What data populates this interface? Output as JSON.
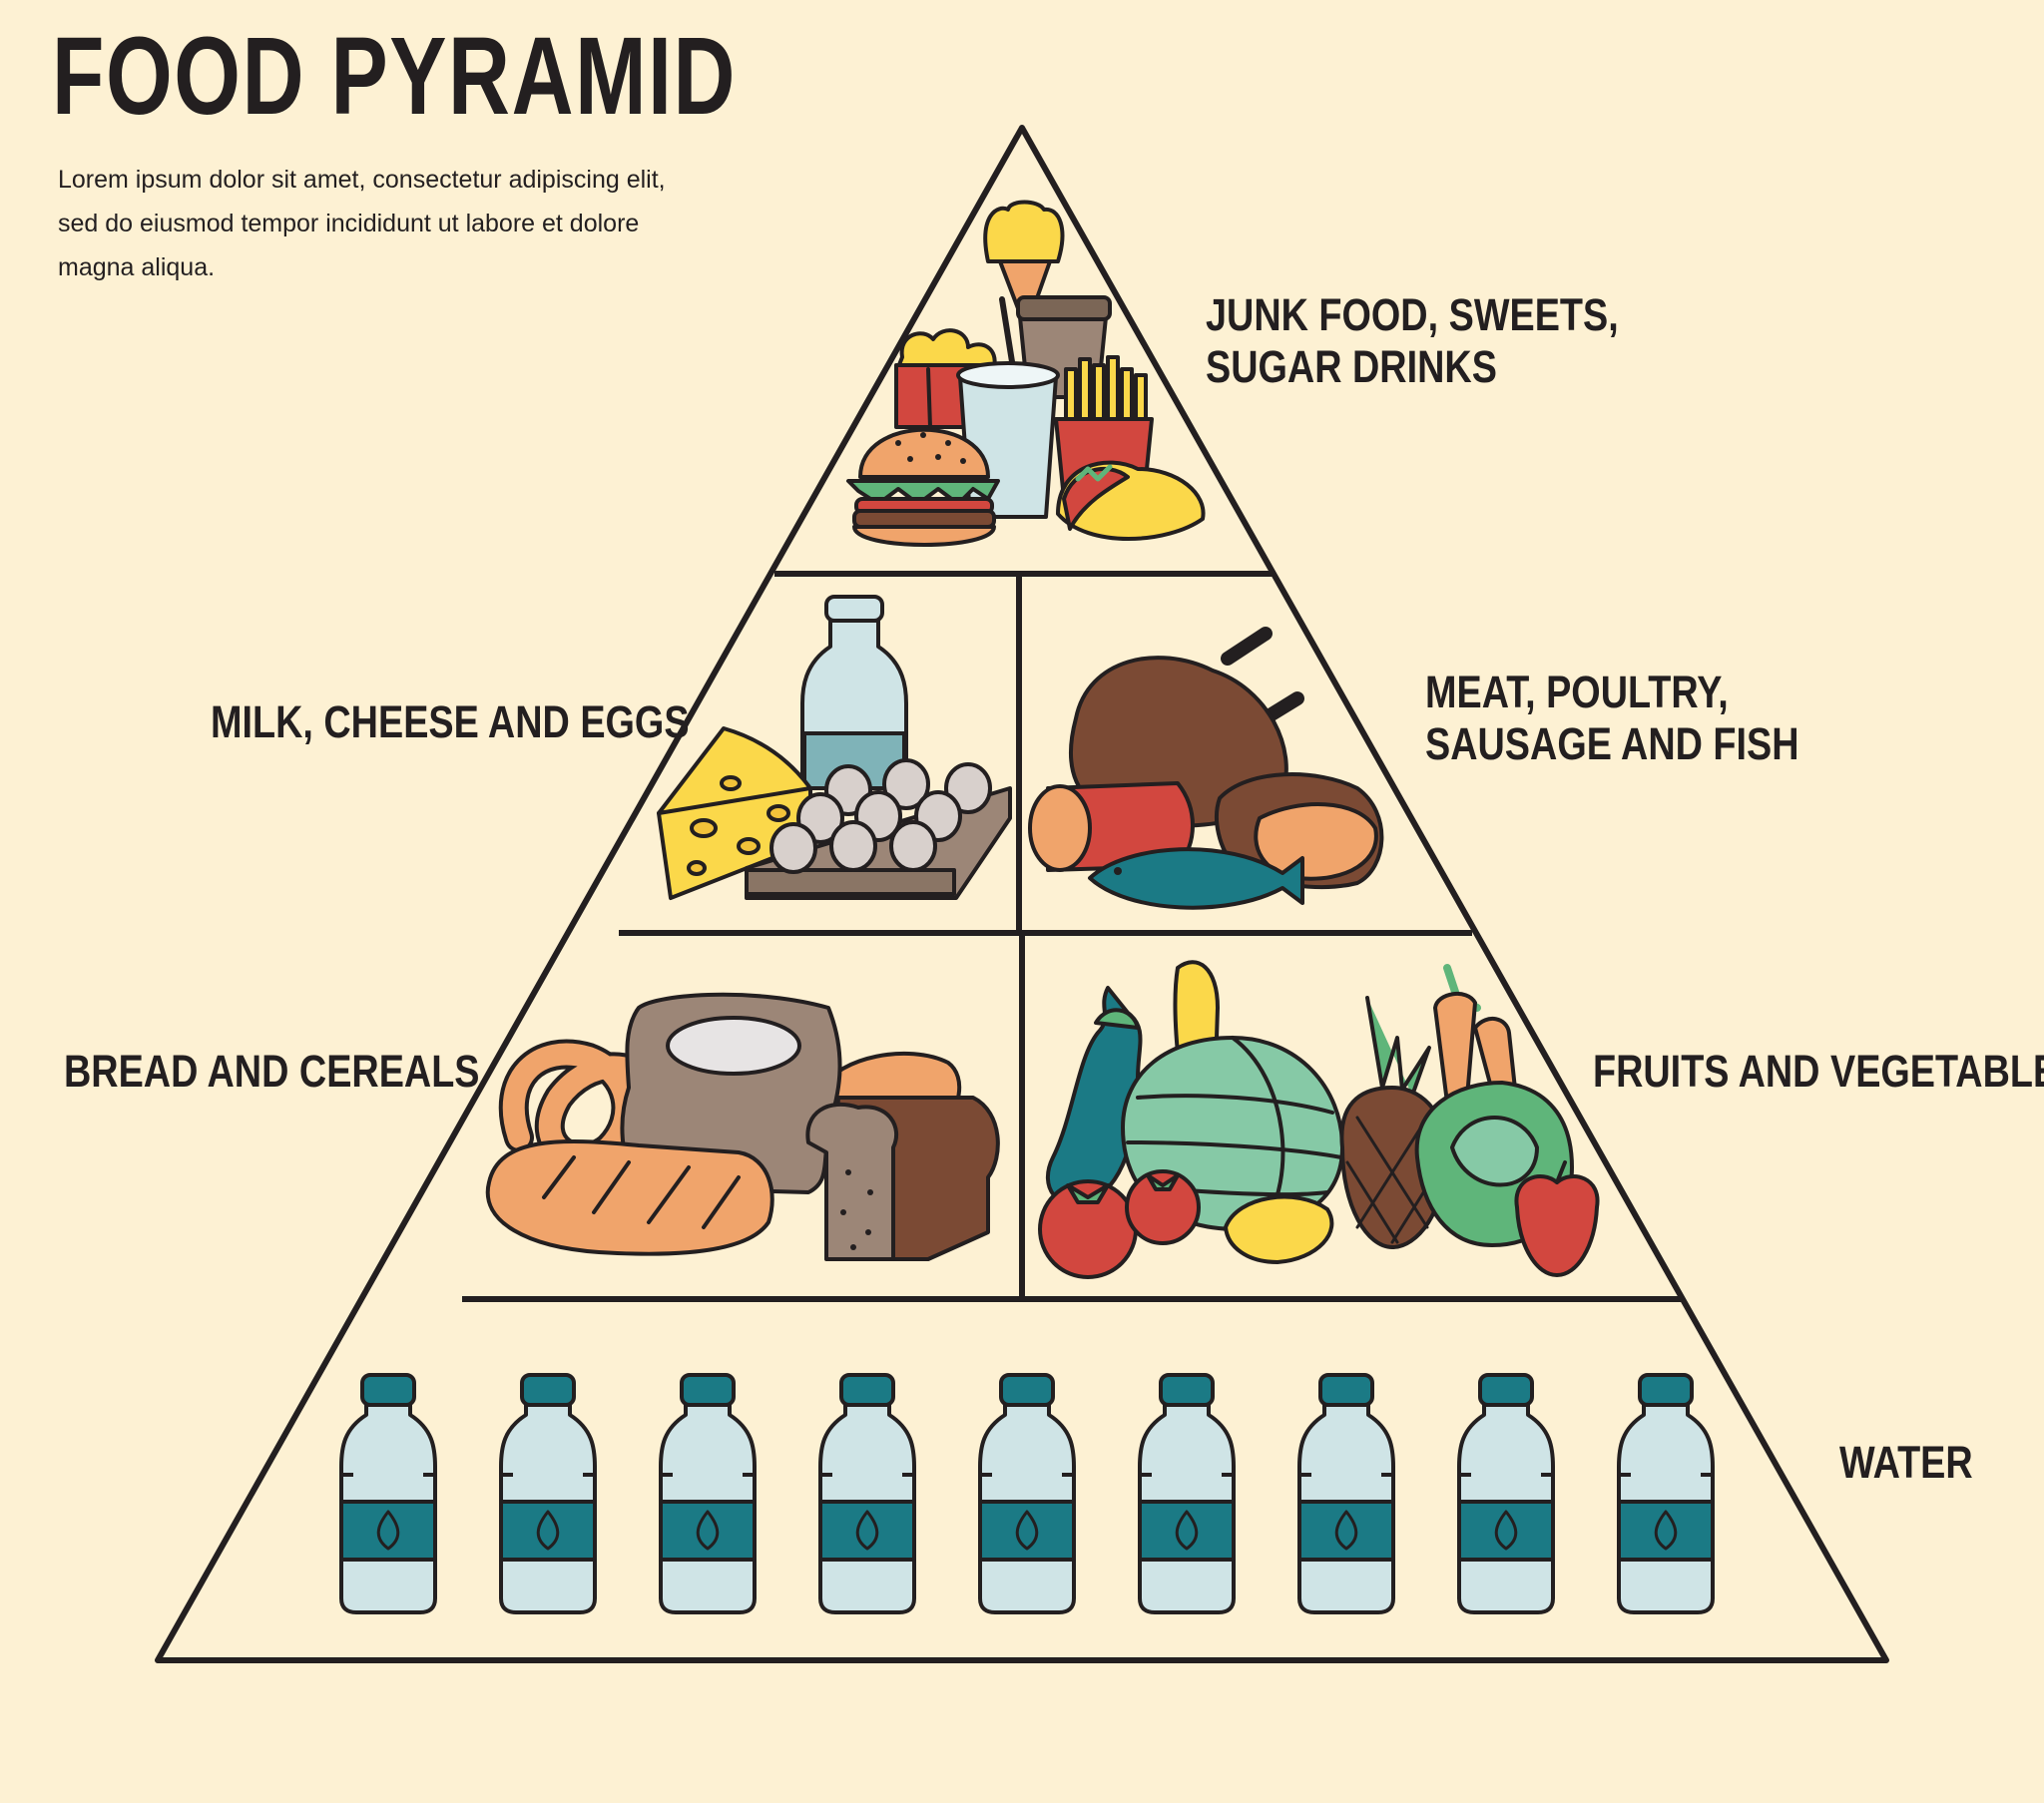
{
  "header": {
    "title": "FOOD PYRAMID",
    "intro_line1": "Lorem ipsum dolor sit amet, consectetur adipiscing elit,",
    "intro_line2": "sed do eiusmod tempor incididunt ut labore et dolore",
    "intro_line3": "magna aliqua."
  },
  "levels": {
    "junk": {
      "line1": "JUNK FOOD, SWEETS,",
      "line2": "SUGAR DRINKS"
    },
    "dairy": {
      "line1": "MILK, CHEESE AND EGGS"
    },
    "meat": {
      "line1": "MEAT, POULTRY,",
      "line2": "SAUSAGE AND FISH"
    },
    "grains": {
      "line1": "BREAD AND CEREALS"
    },
    "produce": {
      "line1": "FRUITS AND VEGETABLES"
    },
    "water": {
      "line1": "WATER",
      "bottle_count": 9
    }
  },
  "colors": {
    "background": "#fdf1d3",
    "outline": "#231f20",
    "teal": "#1b7a85",
    "water_light": "#cfe4e6",
    "red": "#d2473f",
    "brown": "#7b4a34",
    "yellow": "#fbd84a",
    "orange": "#f0a46b",
    "green": "#5fb57a"
  }
}
